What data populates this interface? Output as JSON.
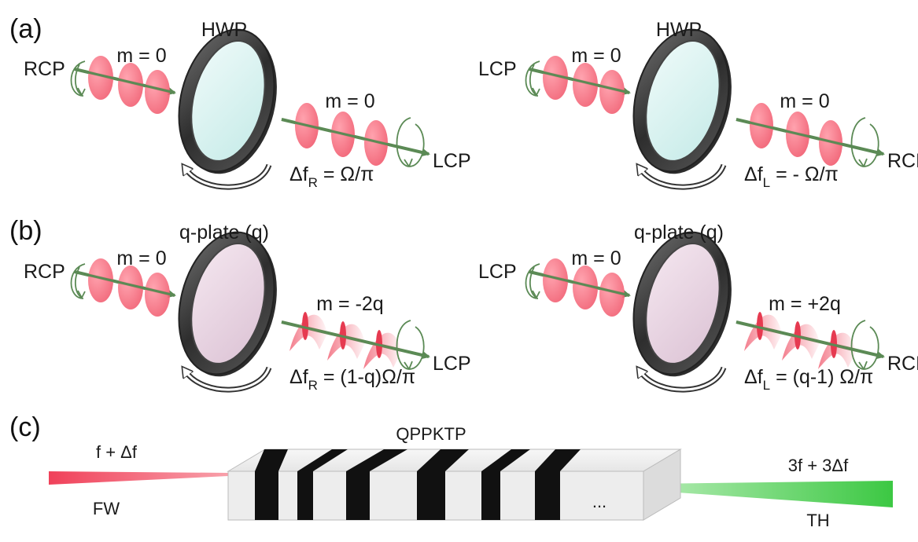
{
  "panels": [
    {
      "label": "(a)",
      "left": {
        "device": "HWP",
        "input_pol": "RCP",
        "input_mode": "m = 0",
        "output_mode": "m = 0",
        "output_pol": "LCP",
        "shift_main": "Δf",
        "shift_sub": "R",
        "shift_expr": " = Ω/π"
      },
      "right": {
        "device": "HWP",
        "input_pol": "LCP",
        "input_mode": "m = 0",
        "output_mode": "m = 0",
        "output_pol": "RCP",
        "shift_main": "Δf",
        "shift_sub": "L",
        "shift_expr": " = - Ω/π"
      }
    },
    {
      "label": "(b)",
      "left": {
        "device": "q-plate (q)",
        "input_pol": "RCP",
        "input_mode": "m = 0",
        "output_mode": "m = -2q",
        "output_pol": "LCP",
        "shift_main": "Δf",
        "shift_sub": "R",
        "shift_expr": " = (1-q)Ω/π"
      },
      "right": {
        "device": "q-plate (q)",
        "input_pol": "LCP",
        "input_mode": "m = 0",
        "output_mode": "m = +2q",
        "output_pol": "RCP",
        "shift_main": "Δf",
        "shift_sub": "L",
        "shift_expr": " = (q-1) Ω/π"
      }
    }
  ],
  "panel_c": {
    "label": "(c)",
    "crystal": "QPPKTP",
    "input_freq": "f + Δf",
    "input_name": "FW",
    "output_freq": "3f + 3Δf",
    "output_name": "TH",
    "ellipsis": "..."
  },
  "colors": {
    "beam_axis": "#5b8a55",
    "wavefront": "#f0566a",
    "hwp_glass": "#d4f0ee",
    "qplate_glass": "#ead2e2",
    "ring": "#3a3a3a",
    "fw_beam": "#f04455",
    "th_beam": "#40c84a"
  }
}
